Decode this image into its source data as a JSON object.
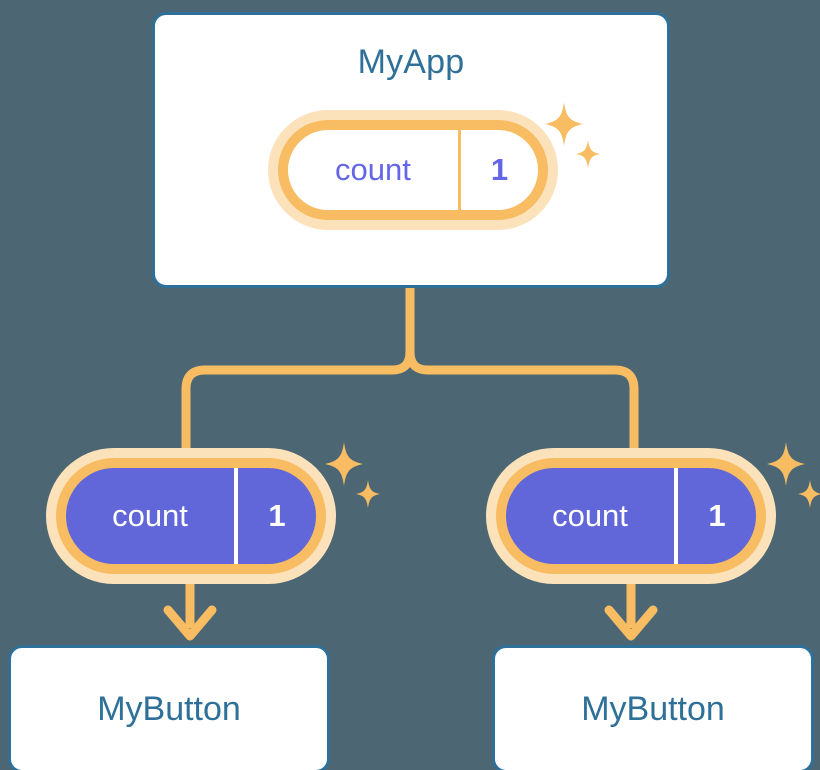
{
  "diagram": {
    "type": "component-signal-propagation-tree",
    "background_color": "#4c6773",
    "palette": {
      "card_border": "#2f7099",
      "card_fill": "#ffffff",
      "card_title_text": "#2f7099",
      "signal_ring": "#f8bc62",
      "signal_halo": "#fce2bb",
      "signal_fill_active": "#6167d8",
      "signal_text_light": "#ffffff",
      "signal_text_purple": "#6366e8",
      "connector": "#f8bc62",
      "sparkle": "#f8bc62"
    }
  },
  "root": {
    "title": "MyApp",
    "signal": {
      "key": "count",
      "value": "1",
      "style": "outline",
      "sparkle": true
    }
  },
  "children": [
    {
      "title": "MyButton",
      "signal": {
        "key": "count",
        "value": "1",
        "style": "filled",
        "sparkle": true
      }
    },
    {
      "title": "MyButton",
      "signal": {
        "key": "count",
        "value": "1",
        "style": "filled",
        "sparkle": true
      }
    }
  ],
  "icons": {
    "sparkle_large": "sparkle-four-point-large-icon",
    "sparkle_small": "sparkle-four-point-small-icon",
    "arrow_down": "arrow-down-icon",
    "branch_connector": "branch-connector-icon"
  }
}
